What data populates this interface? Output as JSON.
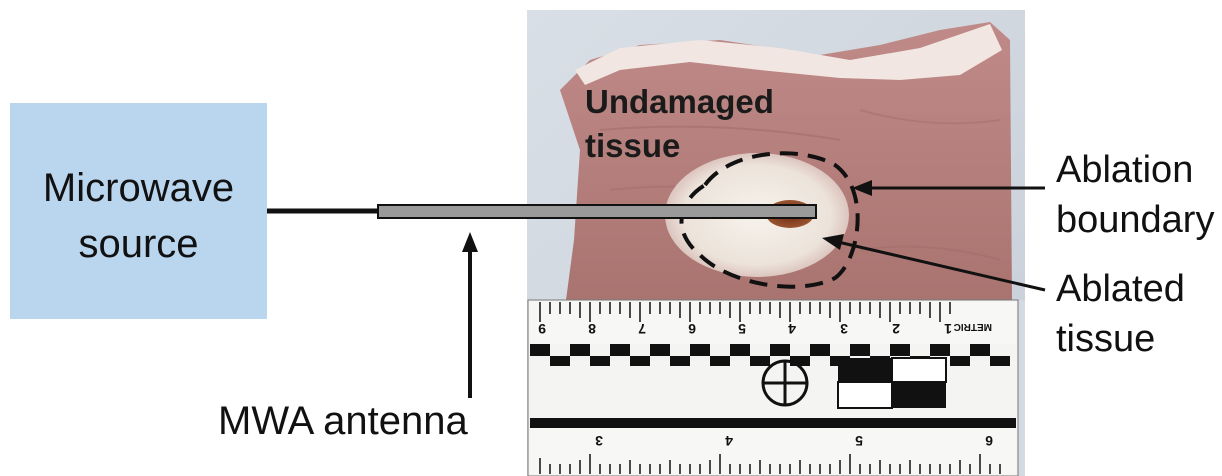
{
  "source": {
    "line1": "Microwave",
    "line2": "source"
  },
  "tissue_label": {
    "line1": "Undamaged",
    "line2": "tissue"
  },
  "labels": {
    "boundary_line1": "Ablation",
    "boundary_line2": "boundary",
    "ablated_line1": "Ablated",
    "ablated_line2": "tissue",
    "antenna": "MWA antenna"
  },
  "ruler": {
    "top_numbers": [
      "9",
      "8",
      "7",
      "6",
      "5",
      "4",
      "3",
      "2",
      "1"
    ],
    "top_marking": "METRIC",
    "bottom_numbers": [
      "3",
      "4",
      "5",
      "6"
    ]
  },
  "colors": {
    "source_box": "#bad6ee",
    "tissue": "#b98380",
    "ablated_zone": "#efe9e2",
    "core": "#7a3a1c",
    "antenna": "#9a9a9a"
  }
}
